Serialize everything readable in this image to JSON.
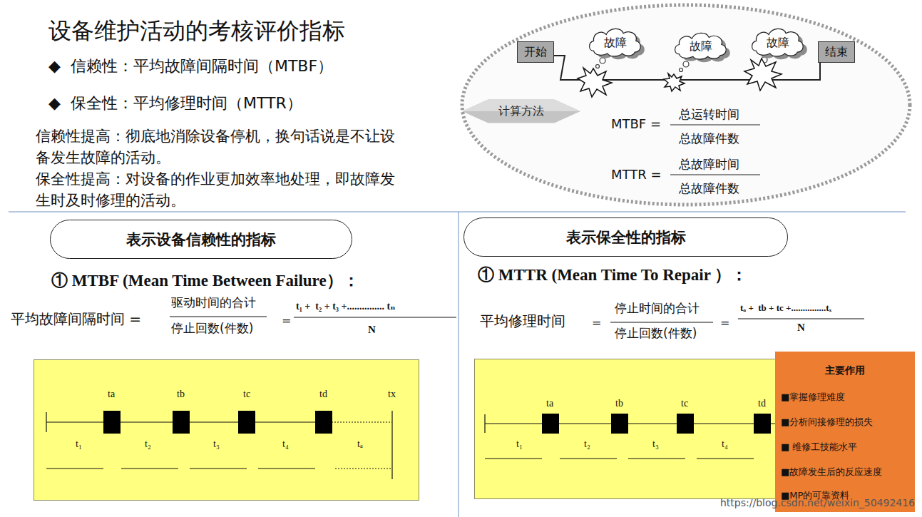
{
  "diagram": {
    "title": "设备维护活动的考核评价指标",
    "nodes": [
      {
        "text": [
          "MTBF =",
          "总运转时间",
          "总故障件数",
          "MTTR =",
          "总故障时间",
          "总故障件数"
        ]
      },
      {
        "text": [
          "开始"
        ],
        "in": 0
      },
      {
        "text": [
          "故障"
        ],
        "in": 0
      },
      {
        "text": [
          "故障"
        ],
        "in": 0
      },
      {
        "text": [
          "故障"
        ],
        "in": 0
      },
      {
        "text": [
          "结束"
        ],
        "in": 0
      },
      {
        "text": [
          "计算方法"
        ],
        "in": 0
      },
      {
        "text": [
          "表示设备信赖性的指标"
        ]
      },
      {
        "text": [
          "表示保全性的指标"
        ]
      },
      {
        "text": [
          "ta",
          "tb",
          "tc",
          "td",
          "tx",
          "t₁",
          "t₂",
          "t₃",
          "t₄",
          "tₐ"
        ]
      },
      {
        "text": [
          "ta",
          "tb",
          "tc",
          "td",
          "t₁",
          "t₂",
          "t₃",
          "t₄"
        ]
      },
      {
        "text": [
          "主要作用",
          "■掌握修理难度",
          "■分析间接修理的损失",
          "■ 维修工技能水平",
          "■故障发生后的反应速度",
          "■MP的可靠资料"
        ]
      }
    ],
    "labels": [
      "◆  信赖性：平均故障间隔时间（MTBF）",
      "◆  保全性：平均修理时间（MTTR）",
      "信赖性提高：彻底地消除设备停机，换句话说是不让设备发生故障的活动。",
      "保全性提高：对设备的作业更加效率地处理，即故障发生时及时修理的活动。",
      "① MTBF (Mean Time Between Failure）：",
      "平均故障间隔时间 =",
      "驱动时间的合计",
      "停止回数(件数)",
      "=",
      "t₁ +  t₂ + t₃ +............... tₙ",
      "N",
      "① MTTR (Mean Time To Repair ）：",
      "平均修理时间",
      "=",
      "停止时间的合计",
      "停止回数(件数)",
      "=",
      "tₐ +  tb + tc +...............tₓ",
      "N",
      "https://blog.csdn.net/weixin_50492416"
    ]
  }
}
